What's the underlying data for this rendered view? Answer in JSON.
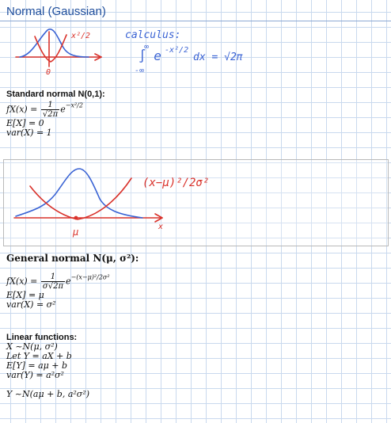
{
  "page": {
    "title": "Normal (Gaussian)"
  },
  "sketch1": {
    "label_top": "x²/2",
    "label_origin": "0",
    "calc_word": "calculus:",
    "calc_upper": "∞",
    "calc_lower": "-∞",
    "calc_integrand": "∫ e",
    "calc_exp": "-x²/2",
    "calc_rest": "dx = √2π"
  },
  "standard": {
    "heading": "Standard normal N(0,1):",
    "fx_lhs": "fX(x) =",
    "fx_num": "1",
    "fx_den": "√2π",
    "fx_e": "e",
    "fx_exp": "−x²/2",
    "ex": "E[X] = 0",
    "var": "var(X) = 1"
  },
  "sketch2": {
    "expr": "(x−μ)²/2σ²",
    "mu_label": "μ",
    "x_label": "x"
  },
  "general": {
    "heading": "General normal N(μ, σ²):",
    "fx_lhs": "fX(x) =",
    "fx_num": "1",
    "fx_den": "σ√2π",
    "fx_e": "e",
    "fx_exp": "−(x−μ)²/2σ²",
    "ex": "E[X] = μ",
    "var": "var(X) = σ²"
  },
  "linear": {
    "heading": "Linear functions:",
    "l1": "X ~N(μ, σ²)",
    "l2": "Let Y = aX + b",
    "l3": "E[Y] = aμ + b",
    "l4": "var(Y) = a²σ²",
    "l5": "Y ~N(aμ + b, a²σ²)"
  }
}
